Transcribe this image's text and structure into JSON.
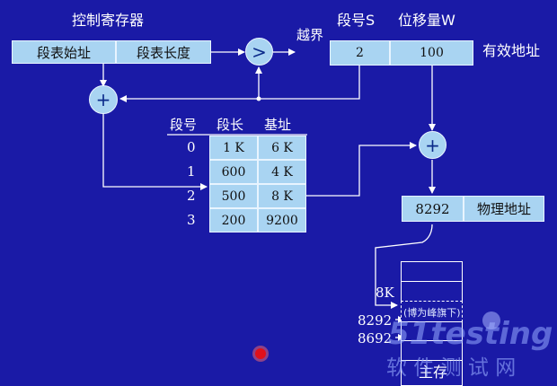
{
  "labels": {
    "control_register": "控制寄存器",
    "segment_no_s": "段号S",
    "offset_w": "位移量W",
    "out_of_bounds": "越界",
    "effective_address": "有效地址",
    "physical_address_label": "物理地址",
    "memory_label": "主存"
  },
  "control_register": {
    "base_cell": "段表始址",
    "length_cell": "段表长度"
  },
  "logical_address": {
    "s": "2",
    "w": "100"
  },
  "operators": {
    "compare": ">",
    "add_table": "+",
    "add_physical": "+"
  },
  "segment_table": {
    "headers": [
      "段号",
      "段长",
      "基址"
    ],
    "rows": [
      {
        "seg": "0",
        "len": "1 K",
        "base": "6 K"
      },
      {
        "seg": "1",
        "len": "600",
        "base": "4 K"
      },
      {
        "seg": "2",
        "len": "500",
        "base": "8 K"
      },
      {
        "seg": "3",
        "len": "200",
        "base": "9200"
      }
    ]
  },
  "physical_address": {
    "value": "8292"
  },
  "memory": {
    "mark_8k": "8K",
    "mark_8292": "8292",
    "mark_8692": "8692",
    "caption": "(博为峰旗下)"
  },
  "watermark": {
    "line1": "51testing",
    "line2": "软 件 测 试 网"
  },
  "colors": {
    "background": "#1a1aa6",
    "cell_fill": "#a9d4f2",
    "line": "#ffffff",
    "pointer": "#e0101a"
  }
}
